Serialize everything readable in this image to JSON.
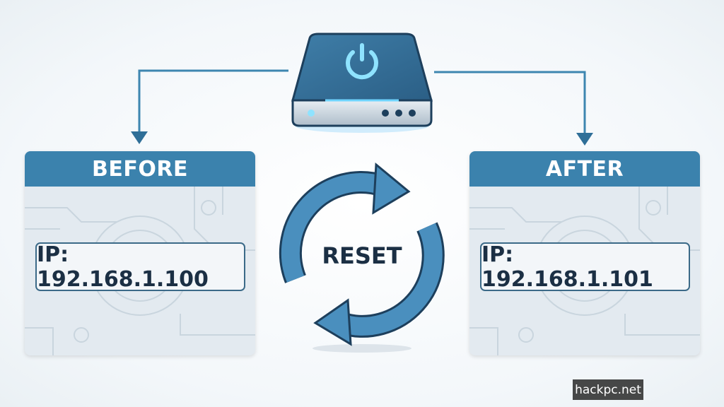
{
  "before": {
    "title": "BEFORE",
    "ip": "IP: 192.168.1.100"
  },
  "after": {
    "title": "AFTER",
    "ip": "IP: 192.168.1.101"
  },
  "center": {
    "label": "RESET"
  },
  "device": {
    "icon": "power-icon"
  },
  "watermark": "hackpc.net",
  "colors": {
    "accent": "#3b82ad",
    "text_dark": "#1b2f44",
    "arrow": "#2f6f98"
  }
}
